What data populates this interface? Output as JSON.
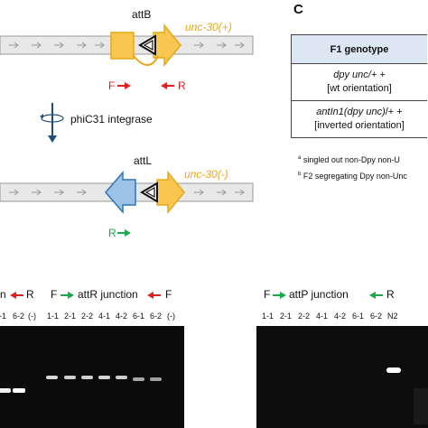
{
  "panel_c_letter": "C",
  "top": {
    "attB_label": "attB",
    "unc_plus_label": "unc-30(+)",
    "primer_F": "F",
    "primer_R": "R",
    "integrase_label": "phiC31 integrase",
    "attL_label": "attL",
    "unc_minus_label": "unc-30(-)",
    "primer_R2": "R"
  },
  "table": {
    "header": "F1 genotype",
    "row1_line1": "dpy unc/+ +",
    "row1_line2": "[wt orientation]",
    "row2_line1_italic": "antIn1(dpy unc)",
    "row2_line1_rest": "/+ +",
    "row2_line2": "[inverted orientation]"
  },
  "footnotes": {
    "a_mark": "a",
    "a_text": "singled out non-Dpy non-U",
    "b_mark": "b",
    "b_text": "F2 segregating Dpy non-Unc"
  },
  "gel_left": {
    "heading_cut": "n",
    "heading_R": "R",
    "heading_F": "F",
    "heading_junction": "attR junction",
    "heading_F2": "F",
    "lanes_cut": [
      "-1",
      "6-2",
      "(-)"
    ],
    "lanes": [
      "1-1",
      "2-1",
      "2-2",
      "4-1",
      "4-2",
      "6-1",
      "6-2",
      "(-)"
    ]
  },
  "gel_right": {
    "heading_F": "F",
    "heading_junction": "attP junction",
    "heading_R": "R",
    "lanes": [
      "1-1",
      "2-1",
      "2-2",
      "4-1",
      "4-2",
      "6-1",
      "6-2",
      "N2"
    ]
  },
  "colors": {
    "yellow": "#f9c74f",
    "yellow_edge": "#e6a817",
    "blue": "#9dc3e6",
    "blue_edge": "#2e75b6",
    "red": "#e02020",
    "green": "#1aa84b",
    "integrase_blue": "#1f4e79",
    "table_header": "#dde7f3"
  }
}
